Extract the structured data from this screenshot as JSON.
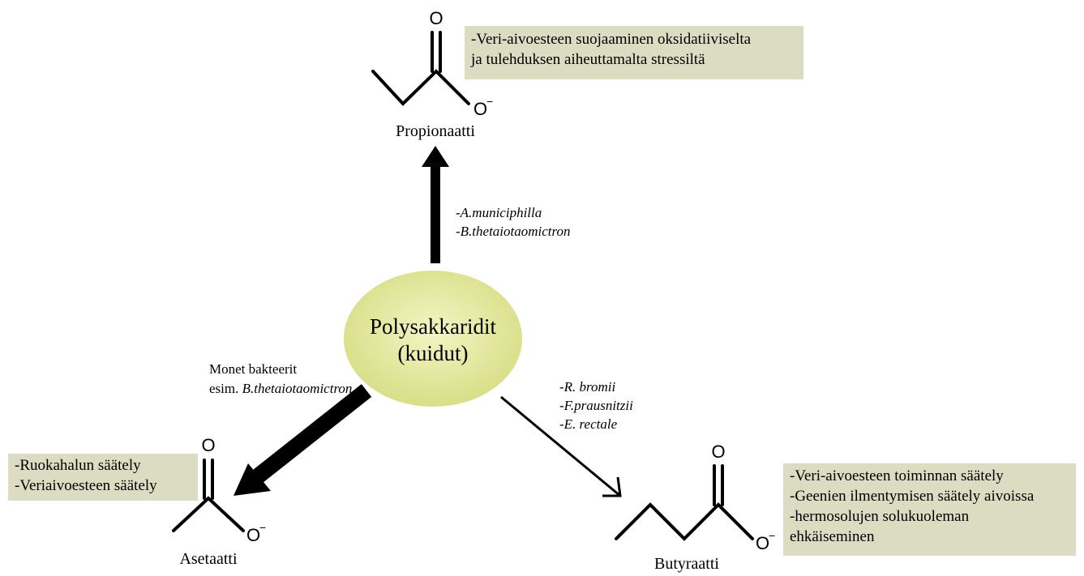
{
  "colors": {
    "box_fill": "#dbdcc2",
    "center_fill_inner": "#f3f5c4",
    "center_fill_outer": "#d6dc82",
    "line": "#000000"
  },
  "center": {
    "line1": "Polysakkaridit",
    "line2": "(kuidut)"
  },
  "propionate": {
    "name": "Propionaatti",
    "atom_o": "O",
    "atom_ominus": "O",
    "charge": "−",
    "bacteria": [
      "-A.municiphilla",
      "-B.thetaiotaomictron"
    ],
    "effects": [
      "-Veri-aivoesteen suojaaminen oksidatiiviselta",
      "ja tulehduksen aiheuttamalta stressiltä"
    ]
  },
  "acetate": {
    "name": "Asetaatti",
    "atom_o": "O",
    "atom_ominus": "O",
    "charge": "−",
    "bacteria_plain": "Monet bakteerit",
    "bacteria_prefix": "esim. ",
    "bacteria_italic": "B.thetaiotaomictron",
    "effects": [
      "-Ruokahalun säätely",
      "-Veriaivoesteen säätely"
    ]
  },
  "butyrate": {
    "name": "Butyraatti",
    "atom_o": "O",
    "atom_ominus": "O",
    "charge": "−",
    "bacteria": [
      "-R. bromii",
      "-F.prausnitzii",
      "-E. rectale"
    ],
    "effects": [
      "-Veri-aivoesteen toiminnan säätely",
      "-Geenien ilmentymisen säätely aivoissa",
      "-hermosolujen solukuoleman",
      "ehkäiseminen"
    ]
  }
}
